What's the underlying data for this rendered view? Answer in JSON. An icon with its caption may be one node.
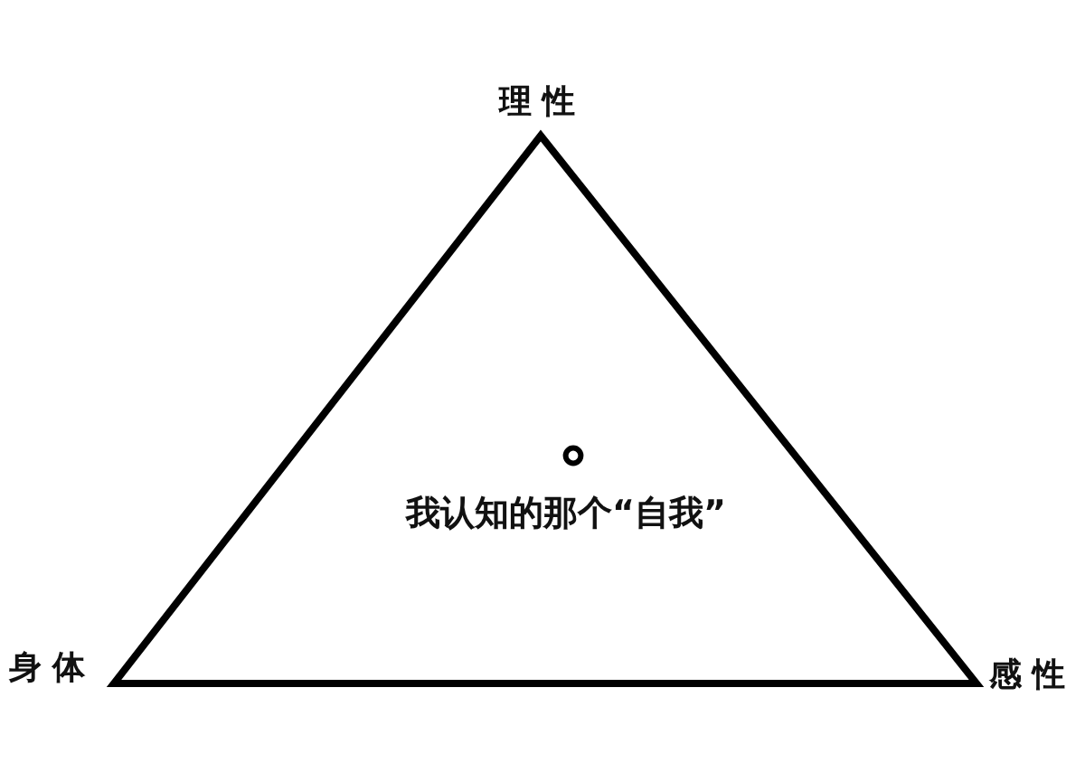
{
  "diagram": {
    "nodes": [
      {
        "text": [
          "我认知的那个“自我”"
        ],
        "beside": [
          "理性",
          "身体",
          "感性"
        ]
      }
    ]
  }
}
